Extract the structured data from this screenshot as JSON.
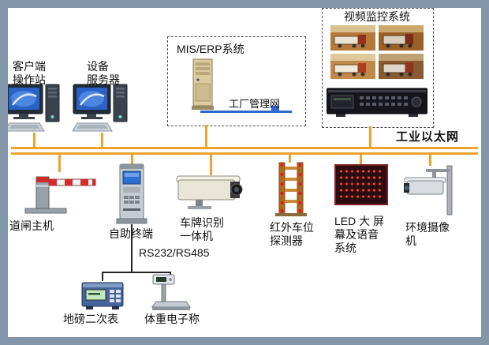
{
  "colors": {
    "frame": "#8496aa",
    "ethernet_bus": "#f0a230",
    "factory_network_line": "#3366cc",
    "led_dot": "#ff3a2e"
  },
  "nodes": {
    "client": {
      "label": "客户端\n操作站"
    },
    "server": {
      "label": "设备\n服务器"
    },
    "mis": {
      "title": "MIS/ERP系统",
      "net": "工厂管理网"
    },
    "video": {
      "title": "视频监控系统"
    },
    "bus": {
      "label": "工业以太网"
    },
    "barrier": {
      "label": "道闸主机"
    },
    "kiosk": {
      "label": "自助终端"
    },
    "serial": {
      "label": "RS232/RS485"
    },
    "lpr": {
      "label": "车牌识别\n一体机"
    },
    "infrared": {
      "label": "红外车位\n探测器"
    },
    "led": {
      "label": "LED 大 屏\n幕及语音\n系统"
    },
    "envcam": {
      "label": "环境摄像\n机"
    },
    "weighbridge": {
      "label": "地磅二次表"
    },
    "scale": {
      "label": "体重电子称"
    }
  }
}
